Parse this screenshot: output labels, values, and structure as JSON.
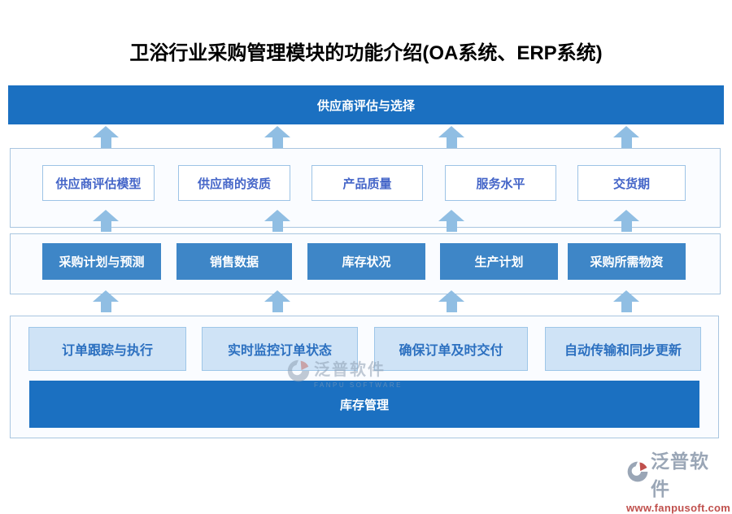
{
  "title": "卫浴行业采购管理模块的功能介绍(OA系统、ERP系统)",
  "top_banner": "供应商评估与选择",
  "evaluation_row": [
    "供应商评估模型",
    "供应商的资质",
    "产品质量",
    "服务水平",
    "交货期"
  ],
  "planning_row": [
    "采购计划与预测",
    "销售数据",
    "库存状况",
    "生产计划",
    "采购所需物资"
  ],
  "order_row": [
    "订单跟踪与执行",
    "实时监控订单状态",
    "确保订单及时交付",
    "自动传输和同步更新"
  ],
  "bottom_banner": "库存管理",
  "watermark": {
    "name": "泛普软件",
    "sub": "FANPU SOFTWARE"
  },
  "brand": {
    "name": "泛普软件",
    "url": "www.fanpusoft.com"
  },
  "colors": {
    "banner_blue": "#1B70C1",
    "solid_box_blue": "#3E86C7",
    "light_box_bg": "#CFE3F6",
    "light_box_border": "#9EC6E8",
    "container_bg": "#FAFCFF",
    "container_border": "#A9C6E0",
    "white_box_border": "#9DC3E6",
    "eval_text_blue": "#4465C8",
    "order_text_blue": "#2C70C0",
    "arrow_blue": "#90BEE3",
    "brand_gray": "#9AA6B6",
    "brand_red": "#C0504D"
  },
  "icons": {
    "up_arrow": "up-arrow",
    "brand_mark": "fanpu-logo"
  }
}
